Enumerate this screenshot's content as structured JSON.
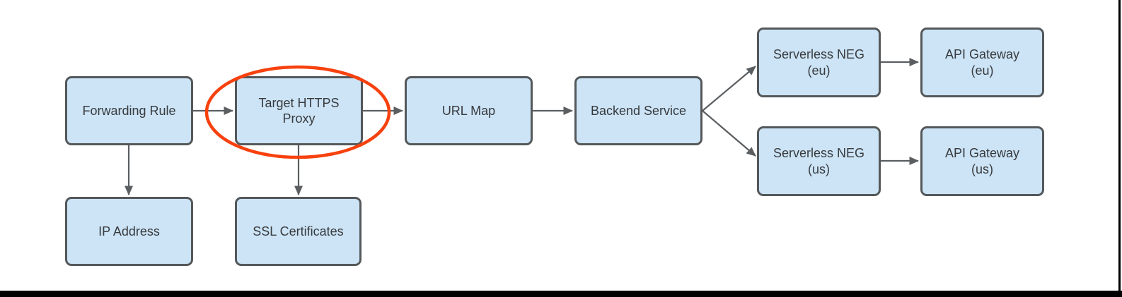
{
  "diagram": {
    "description": "HTTPS load balancer architecture flow diagram",
    "colors": {
      "node_fill": "#cce4f6",
      "node_border": "#54585a",
      "connector": "#5b5e61",
      "highlight": "#f7410e",
      "text": "#383a3d",
      "frame": "#000000",
      "canvas_bg": "#ffffff"
    },
    "nodes": [
      {
        "id": "forwarding-rule",
        "label": "Forwarding Rule"
      },
      {
        "id": "target-https-proxy",
        "label": "Target HTTPS\nProxy",
        "highlighted": true
      },
      {
        "id": "url-map",
        "label": "URL Map"
      },
      {
        "id": "backend-service",
        "label": "Backend Service"
      },
      {
        "id": "serverless-neg-eu",
        "label": "Serverless NEG\n(eu)"
      },
      {
        "id": "api-gateway-eu",
        "label": "API Gateway\n(eu)"
      },
      {
        "id": "serverless-neg-us",
        "label": "Serverless NEG\n(us)"
      },
      {
        "id": "api-gateway-us",
        "label": "API Gateway\n(us)"
      },
      {
        "id": "ip-address",
        "label": "IP Address"
      },
      {
        "id": "ssl-certificates",
        "label": "SSL Certificates"
      }
    ],
    "edges": [
      {
        "from": "forwarding-rule",
        "to": "target-https-proxy"
      },
      {
        "from": "target-https-proxy",
        "to": "url-map"
      },
      {
        "from": "url-map",
        "to": "backend-service"
      },
      {
        "from": "backend-service",
        "to": "serverless-neg-eu"
      },
      {
        "from": "backend-service",
        "to": "serverless-neg-us"
      },
      {
        "from": "serverless-neg-eu",
        "to": "api-gateway-eu"
      },
      {
        "from": "serverless-neg-us",
        "to": "api-gateway-us"
      },
      {
        "from": "forwarding-rule",
        "to": "ip-address"
      },
      {
        "from": "target-https-proxy",
        "to": "ssl-certificates"
      }
    ],
    "annotations": [
      {
        "type": "ellipse-highlight",
        "around": "target-https-proxy",
        "color": "#f7410e"
      }
    ]
  }
}
